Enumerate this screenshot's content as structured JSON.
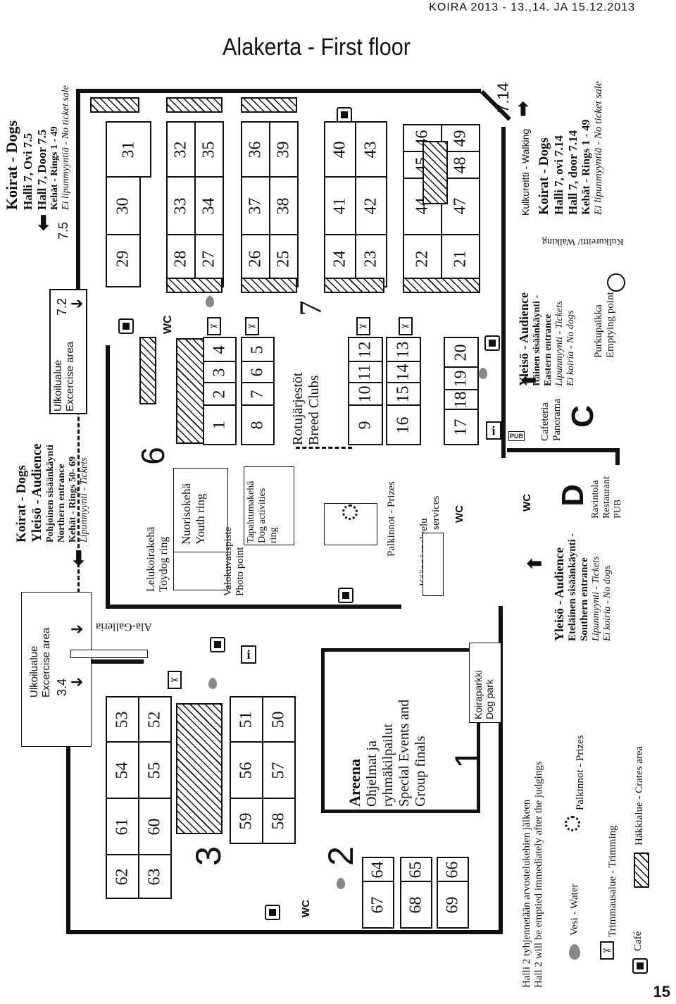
{
  "header": {
    "event": "KOIRA 2013 - 13.,14. JA 15.12.2013",
    "title": "Alakerta - First floor",
    "page_number": "15"
  },
  "entrances": {
    "hall75": {
      "l1": "Koirat - Dogs",
      "l2": "Halli 7, Ovi 7.5",
      "l3": "Hall 7, Door 7.5",
      "l4": "Kehät - Rings 1 - 49",
      "l5": "Ei lipunmyyntiä - No ticket sale",
      "door": "7.5"
    },
    "hall714": {
      "l1": "Koirat - Dogs",
      "l2": "Halli 7, ovi 7.14",
      "l3": "Hall 7, door 7.14",
      "l4": "Kehät - Rings 1 - 49",
      "l5": "Ei lipunmyyntiä - No ticket sale",
      "door": "7.14",
      "walking": "Kulkureitti - Walking",
      "walking2": "Kulkureitti/ Walking"
    },
    "north": {
      "l1": "Koirat - Dogs",
      "l2": "Yleisö - Audience",
      "l3": "Pohjoinen sisäänkäynti",
      "l4": "Northern entrance",
      "l5": "Kehät - Rings 50- 69",
      "l6": "Lipunmyynti - Tickets"
    },
    "east": {
      "l1": "Yleisö - Audience",
      "l2": "Itäinen sisäänkäynti -",
      "l3": "Eastern entrance",
      "l4": "Lipunmyynti - Tickets",
      "l5": "Ei koiria - No dogs"
    },
    "south": {
      "l1": "Yleisö - Audience",
      "l2": "Eteläinen sisäänkäynti -",
      "l3": "Southern entrance",
      "l4": "Lipunmyynti - Tickets",
      "l5": "Ei koiria - No dogs"
    }
  },
  "areas": {
    "exercise72": {
      "fi": "Ulkoilualue",
      "en": "Excercise area",
      "door": "7.2"
    },
    "exercise34": {
      "fi": "Ulkoilualue",
      "en": "Excercise area",
      "door": "3.4"
    },
    "ala_galleria": "Ala-Galleria",
    "toydog": {
      "fi": "Lelukoirakehä",
      "en": "Toydog ring"
    },
    "youth": {
      "fi": "Nuorisokehä",
      "en": "Youth ring"
    },
    "photo": {
      "fi": "Valokuvauspiste",
      "en": "Photo point"
    },
    "activities": {
      "fi": "Tapahtumakehä",
      "en": "Dog activities",
      "en2": "ring"
    },
    "breed": {
      "fi": "Rotujärjestöt",
      "en": "Breed Clubs"
    },
    "prizes_center": "Palkinnot - Prizes",
    "translation": {
      "fi": "Käännöspalvelu",
      "en": "- Translation services"
    },
    "arena": {
      "title": "Areena",
      "fi1": "Ohjelmat ja",
      "fi2": "ryhmäkilpailut",
      "en1": "Special Events and",
      "en2": "Group finals"
    },
    "dogpark": {
      "fi": "Koiraparkki",
      "en": "Dog park"
    },
    "cafeteria": {
      "fi": "Cafeteria",
      "en": "Panorama"
    },
    "restaurant": {
      "l1": "Ravintola",
      "l2": "Restaurant",
      "l3": "PUB"
    },
    "emptying": {
      "fi": "Purkupaikka",
      "en": "Emptying point"
    },
    "wc": "WC",
    "info": "i",
    "pub": "PUB"
  },
  "hall_numbers": {
    "h1": "1",
    "h2": "2",
    "h3": "3",
    "h6": "6",
    "h7": "7",
    "hc": "C",
    "hd": "D"
  },
  "rings": {
    "r1": "1",
    "r2": "2",
    "r3": "3",
    "r4": "4",
    "r5": "5",
    "r6": "6",
    "r7": "7",
    "r8": "8",
    "r9": "9",
    "r10": "10",
    "r11": "11",
    "r12": "12",
    "r13": "13",
    "r14": "14",
    "r15": "15",
    "r16": "16",
    "r17": "17",
    "r18": "18",
    "r19": "19",
    "r20": "20",
    "r21": "21",
    "r22": "22",
    "r23": "23",
    "r24": "24",
    "r25": "25",
    "r26": "26",
    "r27": "27",
    "r28": "28",
    "r29": "29",
    "r30": "30",
    "r31": "31",
    "r32": "32",
    "r33": "33",
    "r34": "34",
    "r35": "35",
    "r36": "36",
    "r37": "37",
    "r38": "38",
    "r39": "39",
    "r40": "40",
    "r41": "41",
    "r42": "42",
    "r43": "43",
    "r44": "44",
    "r45": "45",
    "r46": "46",
    "r47": "47",
    "r48": "48",
    "r49": "49",
    "r50": "50",
    "r51": "51",
    "r52": "52",
    "r53": "53",
    "r54": "54",
    "r55": "55",
    "r56": "56",
    "r57": "57",
    "r58": "58",
    "r59": "59",
    "r60": "60",
    "r61": "61",
    "r62": "62",
    "r63": "63",
    "r64": "64",
    "r65": "65",
    "r66": "66",
    "r67": "67",
    "r68": "68",
    "r69": "69"
  },
  "legend": {
    "note_fi": "Halli 2 tyhjennetään arvostelukehien jälkeen",
    "note_en": "Hall 2 will be emptied immediately after the judgings",
    "water": "Vesi - Water",
    "prizes": "Palkinnot - Prizes",
    "trimming": "Trimmausalue - Trimming",
    "crates": "Häkkialue - Crates area",
    "cafe": "Café"
  }
}
